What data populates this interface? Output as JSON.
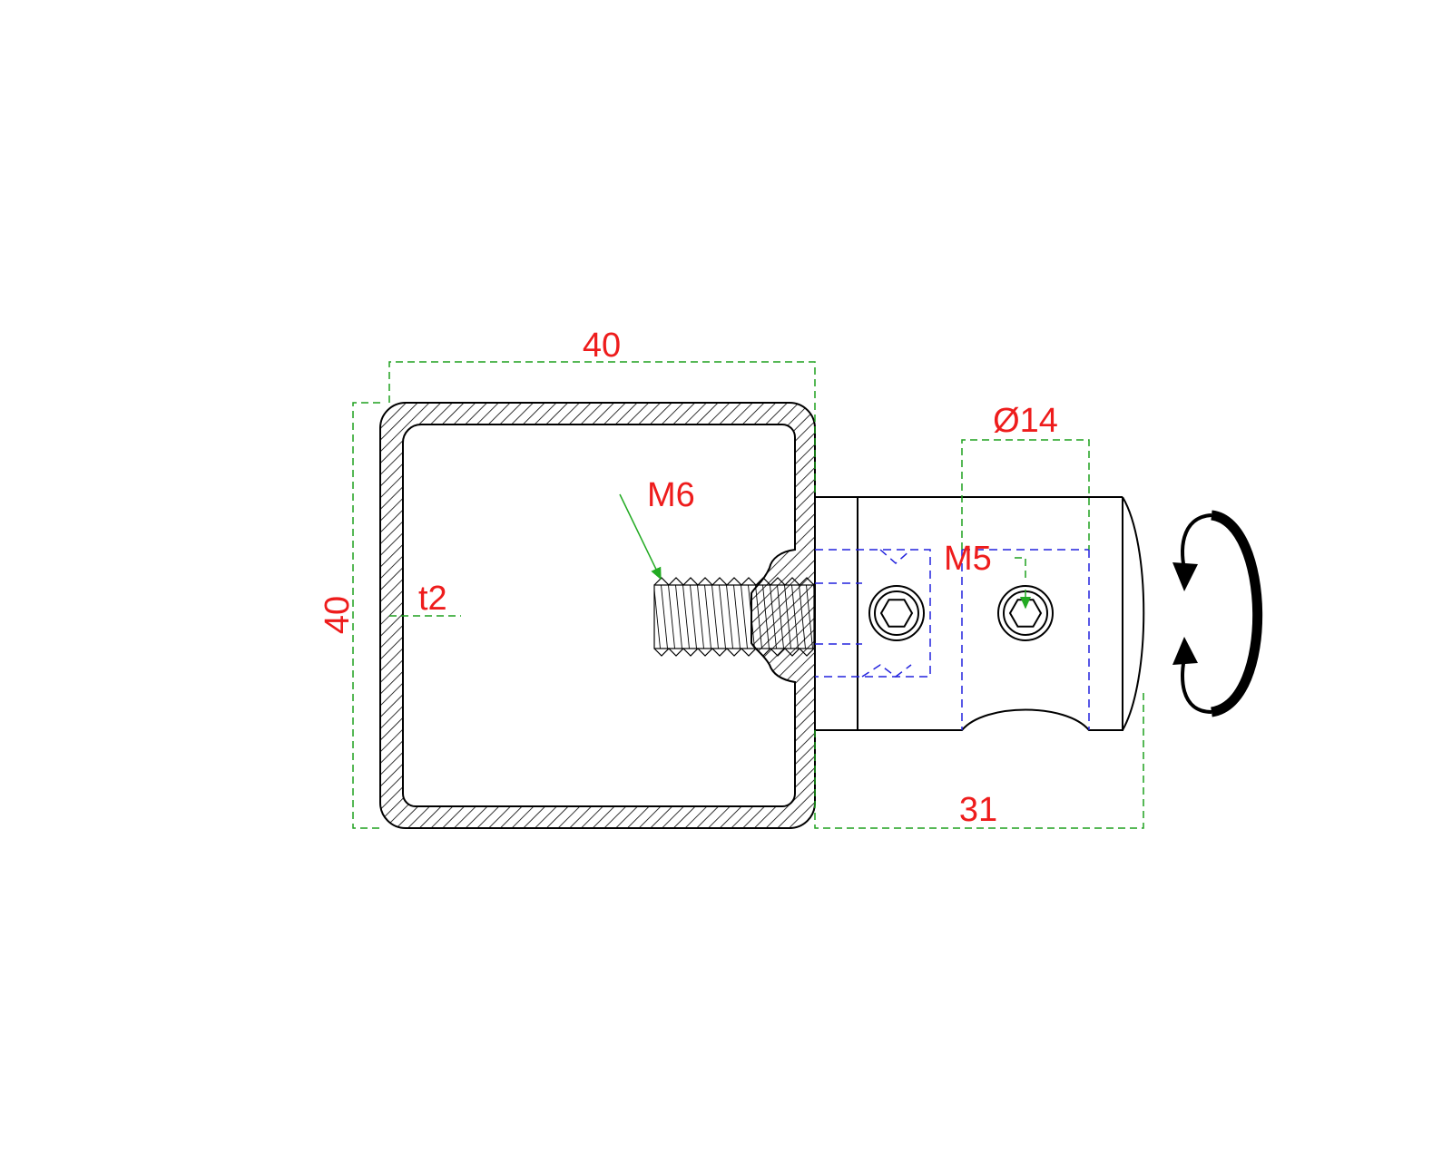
{
  "colors": {
    "outline": "#000000",
    "dimension_line": "#1fa01f",
    "hidden_line": "#2222dd",
    "label": "#ee1c1c",
    "leader_arrow": "#22aa22",
    "background": "#ffffff"
  },
  "labels": {
    "width_top": "40",
    "height_left": "40",
    "wall_thickness": "t2",
    "thread_m6": "M6",
    "thread_m5": "M5",
    "diameter": "Ø14",
    "length_bottom": "31"
  },
  "icons": {
    "rotation": "rotation-arrows-icon",
    "hex_socket": "hex-socket-icon"
  }
}
